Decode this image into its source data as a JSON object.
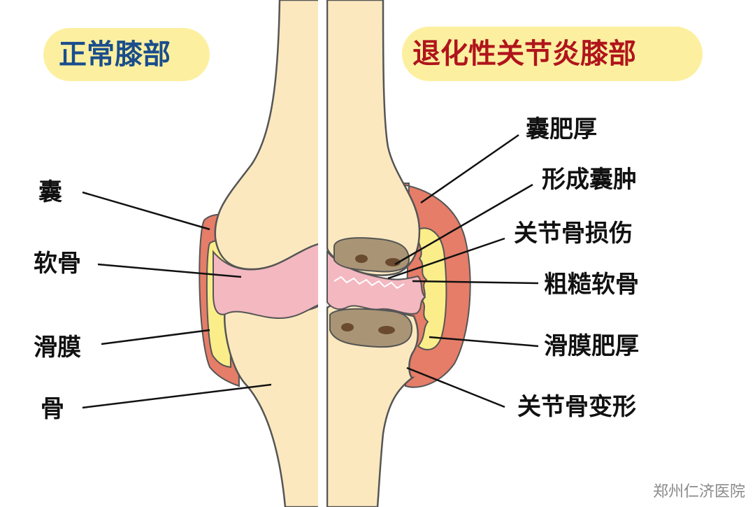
{
  "titles": {
    "normal": "正常膝部",
    "oa": "退化性关节炎膝部"
  },
  "labels": {
    "capsule": "囊",
    "cartilage": "软骨",
    "synovium": "滑膜",
    "bone": "骨",
    "capsule_thickening": "囊肥厚",
    "cyst_formation": "形成囊肿",
    "bone_damage": "关节骨损伤",
    "rough_cartilage": "粗糙软骨",
    "synovium_thickening": "滑膜肥厚",
    "bone_deformation": "关节骨变形"
  },
  "watermark": "郑州仁济医院",
  "colors": {
    "bone": "#fbe8bf",
    "capsule": "#e57d68",
    "synovium": "#fbee8a",
    "cartilage": "#f3b8c0",
    "cyst": "#a99575",
    "title_normal_text": "#1a4d8c",
    "title_oa_text": "#b0141c",
    "title_bg": "#fcf0a0"
  }
}
